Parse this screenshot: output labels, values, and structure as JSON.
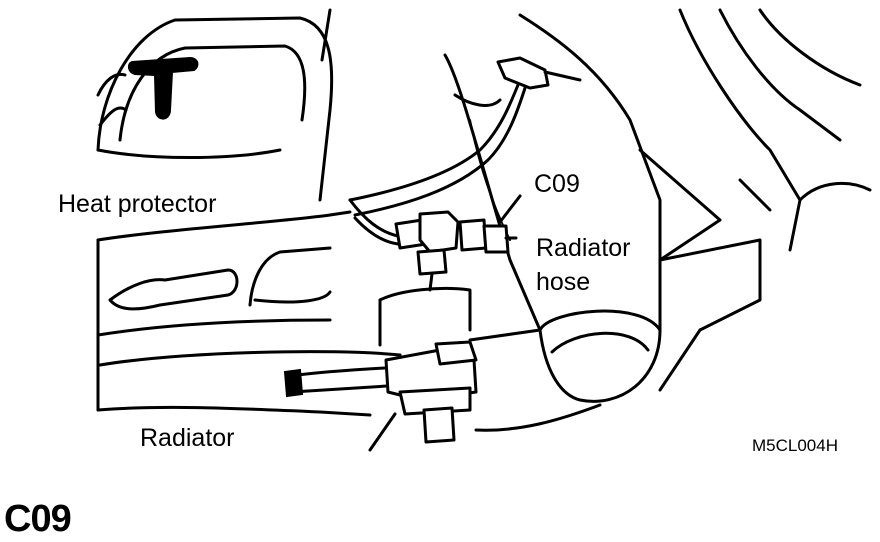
{
  "labels": {
    "heat_protector": "Heat protector",
    "connector": "C09",
    "radiator_hose_line1": "Radiator",
    "radiator_hose_line2": "hose",
    "radiator": "Radiator",
    "figure_code": "M5CL004H"
  },
  "heading": "C09"
}
